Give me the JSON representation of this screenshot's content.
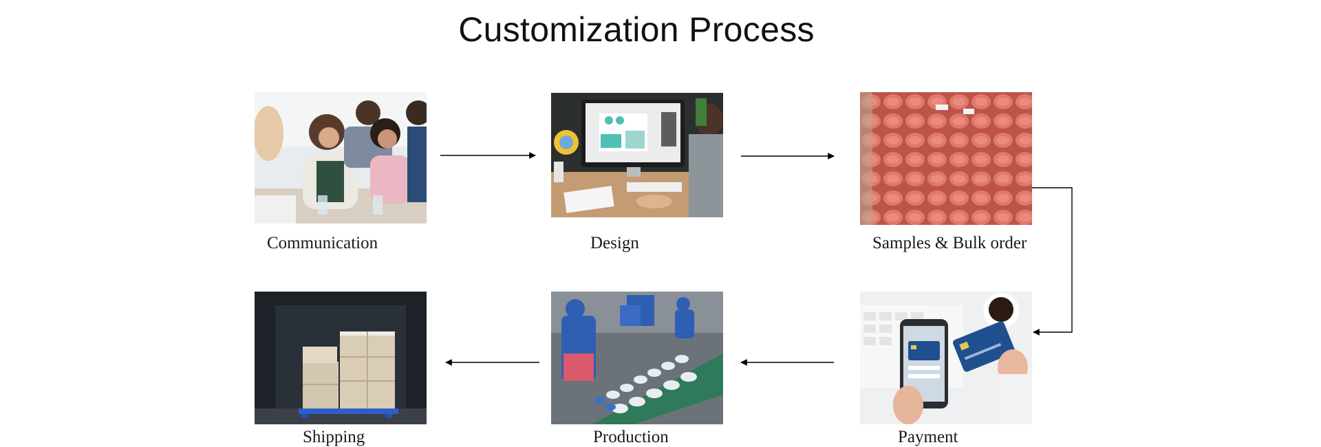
{
  "title": "Customization Process",
  "steps": [
    {
      "label": "Communication"
    },
    {
      "label": "Design"
    },
    {
      "label": "Samples & Bulk order"
    },
    {
      "label": "Shipping"
    },
    {
      "label": "Production"
    },
    {
      "label": "Payment"
    }
  ],
  "colors": {
    "text": "#111111",
    "arrow": "#000000",
    "sample_box": "#d9675a",
    "production_blue": "#2f5fb3",
    "card_blue": "#1f4f8f"
  }
}
